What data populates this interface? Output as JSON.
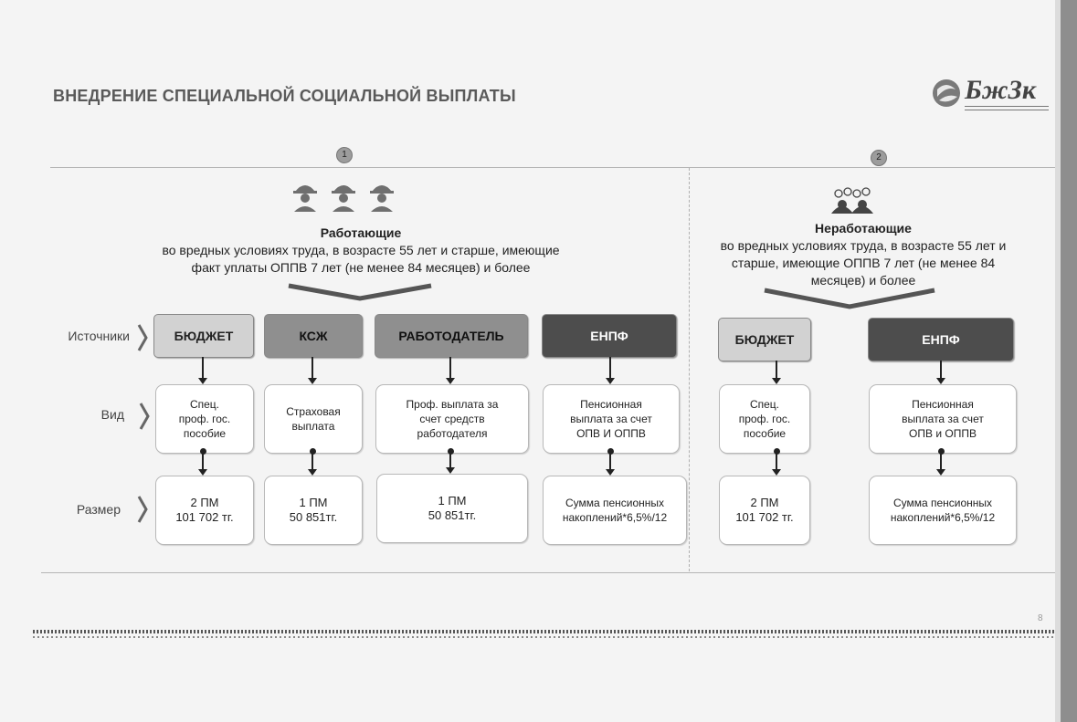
{
  "title": "ВНЕДРЕНИЕ СПЕЦИАЛЬНОЙ СОЦИАЛЬНОЙ ВЫПЛАТЫ",
  "logo": {
    "text": "БжЗк"
  },
  "page_number": "8",
  "row_labels": {
    "sources": "Источники",
    "type": "Вид",
    "size": "Размер"
  },
  "groups": [
    {
      "number": "1",
      "head": "Работающие",
      "lines": [
        "во вредных условиях труда, в возрасте 55 лет и старше, имеющие",
        "факт уплаты  ОППВ 7 лет (не менее 84 месяцев) и более"
      ],
      "icon": "workers-hardhat-icon",
      "columns": [
        {
          "source": "БЮДЖЕТ",
          "style": "light",
          "type": [
            "Спец.",
            "проф. гос.",
            "пособие"
          ],
          "size": [
            "2 ПМ",
            "101 702 тг."
          ]
        },
        {
          "source": "КСЖ",
          "style": "mid",
          "type": [
            "Страховая",
            "выплата"
          ],
          "size": [
            "1 ПМ",
            "50 851тг."
          ]
        },
        {
          "source": "РАБОТОДАТЕЛЬ",
          "style": "mid",
          "type": [
            "Проф. выплата за",
            "счет средств",
            "работодателя"
          ],
          "size": [
            "1 ПМ",
            "50 851тг."
          ]
        },
        {
          "source": "ЕНПФ",
          "style": "dark",
          "type": [
            "Пенсионная",
            "выплата за счет",
            "ОПВ И ОППВ"
          ],
          "size": [
            "Сумма пенсионных",
            "накоплений*6,5%/12"
          ]
        }
      ]
    },
    {
      "number": "2",
      "head": "Неработающие",
      "lines": [
        "во вредных условиях труда, в возрасте 55 лет и",
        "старше, имеющие ОППВ 7 лет (не менее 84",
        "месяцев) и более"
      ],
      "icon": "group-people-icon",
      "columns": [
        {
          "source": "БЮДЖЕТ",
          "style": "light",
          "type": [
            "Спец.",
            "проф. гос.",
            "пособие"
          ],
          "size": [
            "2 ПМ",
            "101 702 тг."
          ]
        },
        {
          "source": "ЕНПФ",
          "style": "dark",
          "type": [
            "Пенсионная",
            "выплата за счет",
            "ОПВ и ОППВ"
          ],
          "size": [
            "Сумма пенсионных",
            "накоплений*6,5%/12"
          ]
        }
      ]
    }
  ]
}
